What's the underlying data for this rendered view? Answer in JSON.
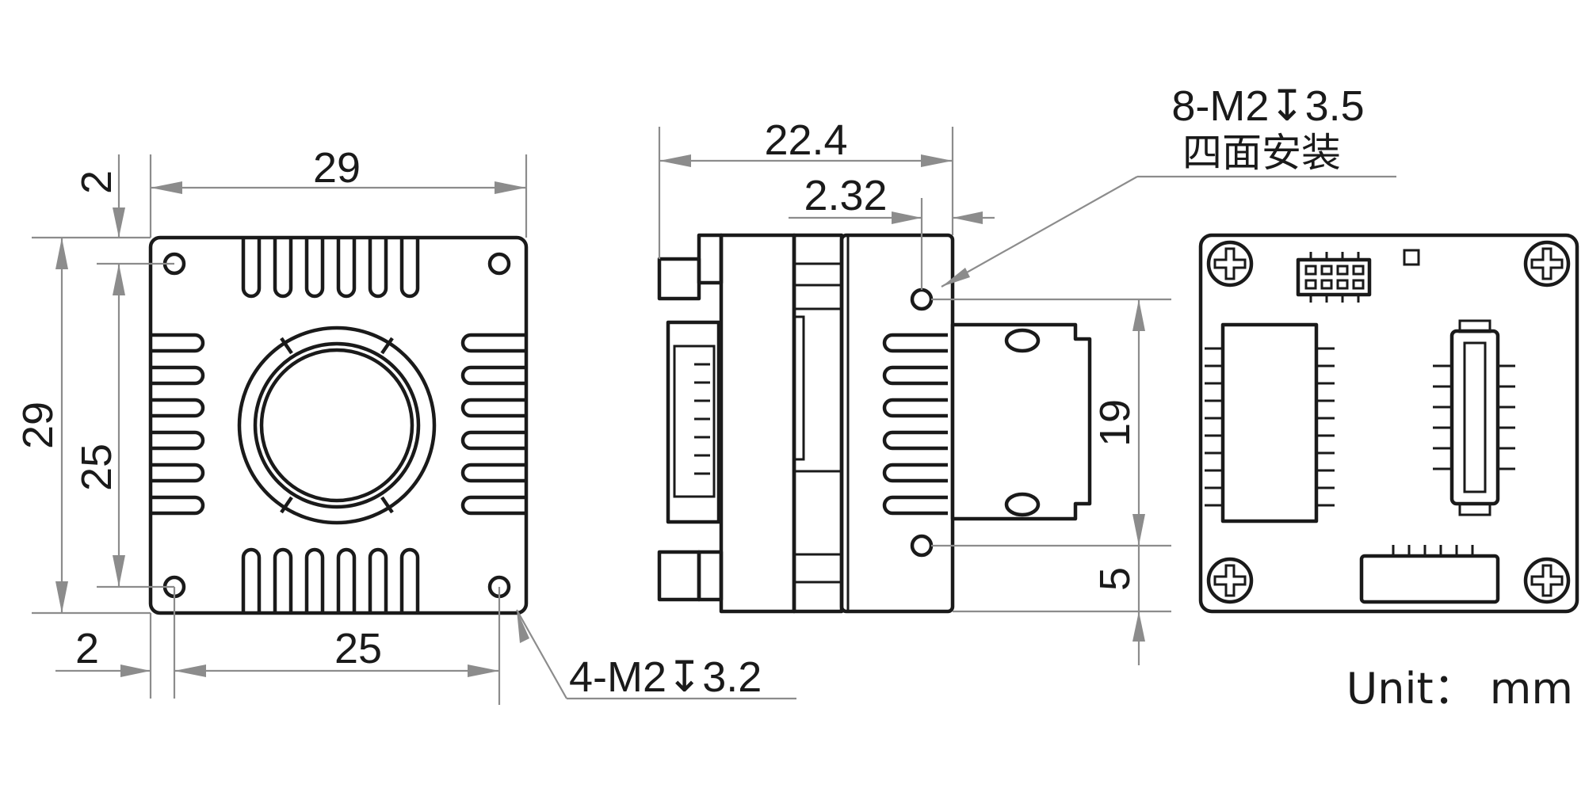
{
  "front_view": {
    "width_dim": "29",
    "height_dim": "29",
    "hole_spacing_v": "25",
    "hole_spacing_h": "25",
    "offset_top": "2",
    "offset_left": "2",
    "hole_callout": "4-M2↧3.2"
  },
  "side_view": {
    "length_dim": "22.4",
    "hole_offset_dim": "2.32",
    "hole_spacing_dim": "19",
    "bottom_offset_dim": "5",
    "hole_callout_line1": "8-M2↧3.5",
    "hole_callout_line2": "四面安装"
  },
  "units": "Unit： mm",
  "colors": {
    "outline": "#1a1a1a",
    "dimension": "#8c8c8c"
  }
}
